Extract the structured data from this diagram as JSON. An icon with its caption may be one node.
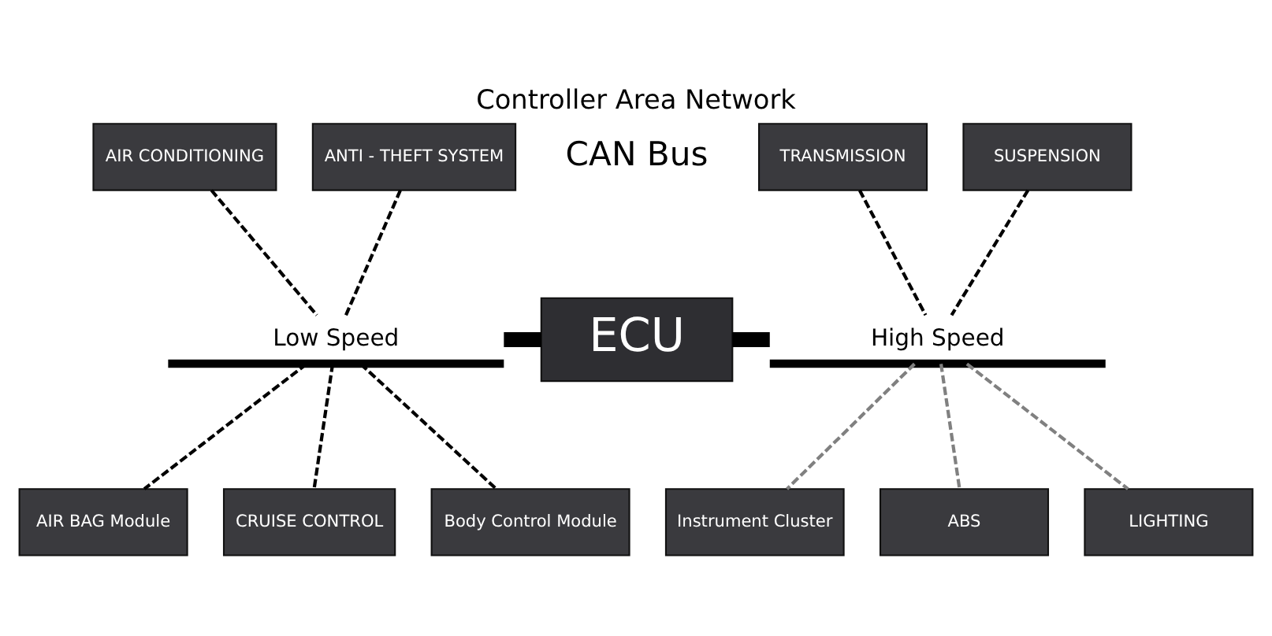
{
  "diagram": {
    "title": "Controller Area Network",
    "nodes": [
      {
        "text": [
          "AIR CONDITIONING"
        ]
      },
      {
        "text": [
          "ANTI - THEFT SYSTEM"
        ]
      },
      {
        "text": [
          "TRANSMISSION"
        ]
      },
      {
        "text": [
          "SUSPENSION"
        ]
      },
      {
        "text": [
          "Low Speed"
        ]
      },
      {
        "text": [
          "ECU"
        ]
      },
      {
        "text": [
          "High Speed"
        ]
      },
      {
        "text": [
          "AIR BAG Module"
        ]
      },
      {
        "text": [
          "CRUISE CONTROL"
        ]
      },
      {
        "text": [
          "Body Control Module"
        ]
      },
      {
        "text": [
          "Instrument Cluster"
        ]
      },
      {
        "text": [
          "ABS"
        ]
      },
      {
        "text": [
          "LIGHTING"
        ]
      }
    ],
    "edges": [
      {
        "from": 0,
        "to": 4,
        "arrow": "none",
        "style": "dashed"
      },
      {
        "from": 1,
        "to": 4,
        "arrow": "none",
        "style": "dashed"
      },
      {
        "from": 2,
        "to": 6,
        "arrow": "none",
        "style": "dashed"
      },
      {
        "from": 3,
        "to": 6,
        "arrow": "none",
        "style": "dashed"
      },
      {
        "from": 4,
        "to": 5,
        "arrow": "none",
        "style": "thick"
      },
      {
        "from": 5,
        "to": 6,
        "arrow": "none",
        "style": "thick"
      },
      {
        "from": 4,
        "to": 7,
        "arrow": "none",
        "style": "dashed"
      },
      {
        "from": 4,
        "to": 8,
        "arrow": "none",
        "style": "dashed"
      },
      {
        "from": 4,
        "to": 9,
        "arrow": "none",
        "style": "dashed"
      },
      {
        "from": 6,
        "to": 10,
        "arrow": "none",
        "style": "dashed",
        "color": "#808080"
      },
      {
        "from": 6,
        "to": 11,
        "arrow": "none",
        "style": "dashed",
        "color": "#808080"
      },
      {
        "from": 6,
        "to": 12,
        "arrow": "none",
        "style": "dashed",
        "color": "#808080"
      }
    ],
    "labels": [
      "CAN Bus"
    ]
  }
}
